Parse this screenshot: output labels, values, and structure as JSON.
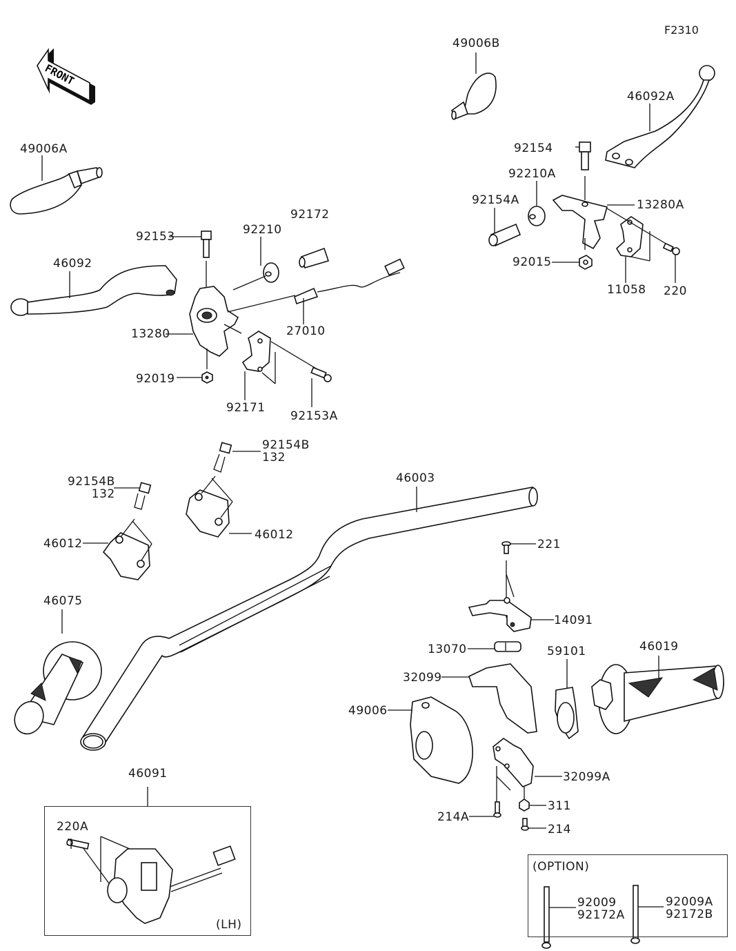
{
  "figure_code": "F2310",
  "direction_marker": "FRONT",
  "parts": {
    "p49006A": "49006A",
    "p49006B": "49006B",
    "p46092A": "46092A",
    "p92154": "92154",
    "p92210A": "92210A",
    "p92154A": "92154A",
    "p13280A": "13280A",
    "p92015": "92015",
    "p11058": "11058",
    "p220": "220",
    "p92153": "92153",
    "p92210": "92210",
    "p92172": "92172",
    "p46092": "46092",
    "p13280": "13280",
    "p27010": "27010",
    "p92019": "92019",
    "p92171": "92171",
    "p92153A": "92153A",
    "p92154B_left": "92154B\n132",
    "p92154B_right": "92154B\n132",
    "p46012_left": "46012",
    "p46012_right": "46012",
    "p46003": "46003",
    "p221": "221",
    "p14091": "14091",
    "p46075": "46075",
    "p13070": "13070",
    "p59101": "59101",
    "p46019": "46019",
    "p32099": "32099",
    "p49006": "49006",
    "p32099A": "32099A",
    "p311": "311",
    "p214A": "214A",
    "p214": "214",
    "p46091": "46091",
    "p220A": "220A",
    "lh_note": "(LH)"
  },
  "option_box": {
    "title": "(OPTION)",
    "left_label": "92009\n92172A",
    "right_label": "92009A\n92172B"
  }
}
